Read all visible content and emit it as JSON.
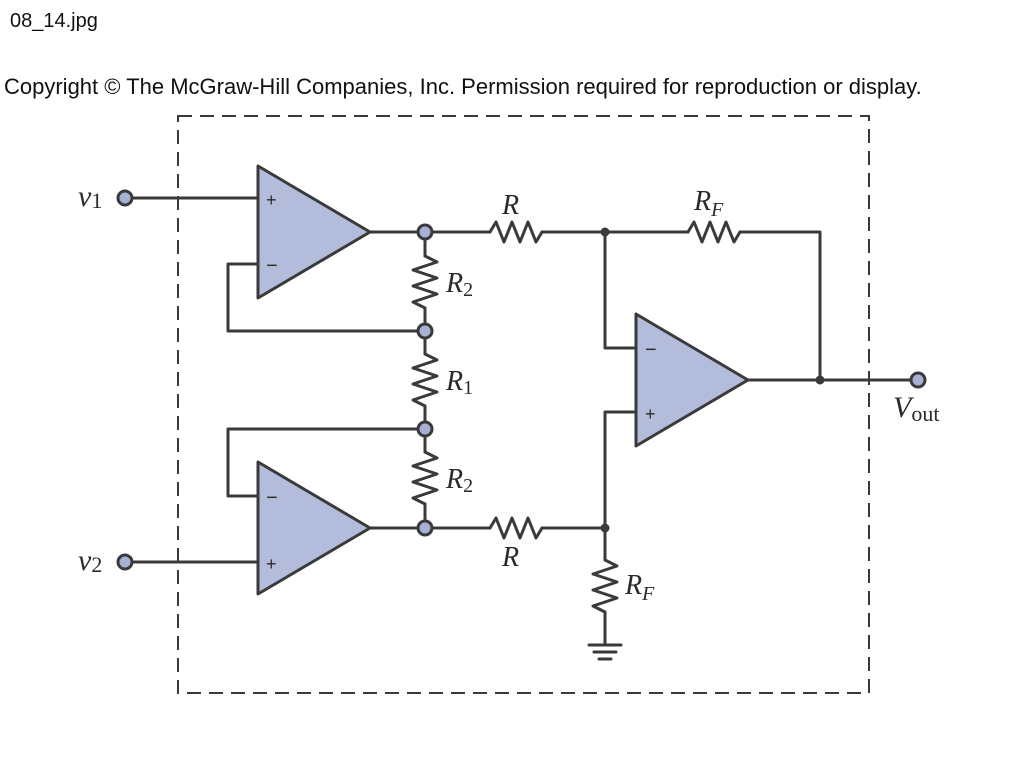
{
  "header": {
    "filename": "08_14.jpg",
    "copyright": "Copyright © The McGraw-Hill Companies, Inc. Permission required for reproduction or display."
  },
  "diagram": {
    "inputs": {
      "v1": {
        "main": "v",
        "sub": "1"
      },
      "v2": {
        "main": "v",
        "sub": "2"
      }
    },
    "output": {
      "main": "V",
      "sub": "out"
    },
    "resistors": {
      "r_top": {
        "main": "R",
        "sub": ""
      },
      "r_bottom": {
        "main": "R",
        "sub": ""
      },
      "rf_top": {
        "main": "R",
        "sub": "F"
      },
      "rf_bottom": {
        "main": "R",
        "sub": "F"
      },
      "r2_top": {
        "main": "R",
        "sub": "2"
      },
      "r1": {
        "main": "R",
        "sub": "1"
      },
      "r2_bottom": {
        "main": "R",
        "sub": "2"
      }
    },
    "pins": {
      "plus": "+",
      "minus": "−"
    },
    "colors": {
      "wire": "#3a3a3a",
      "opamp_fill": "#b3bddb",
      "node_fill": "#a6b1d4",
      "dashed_box": "#3a3a3a"
    }
  }
}
